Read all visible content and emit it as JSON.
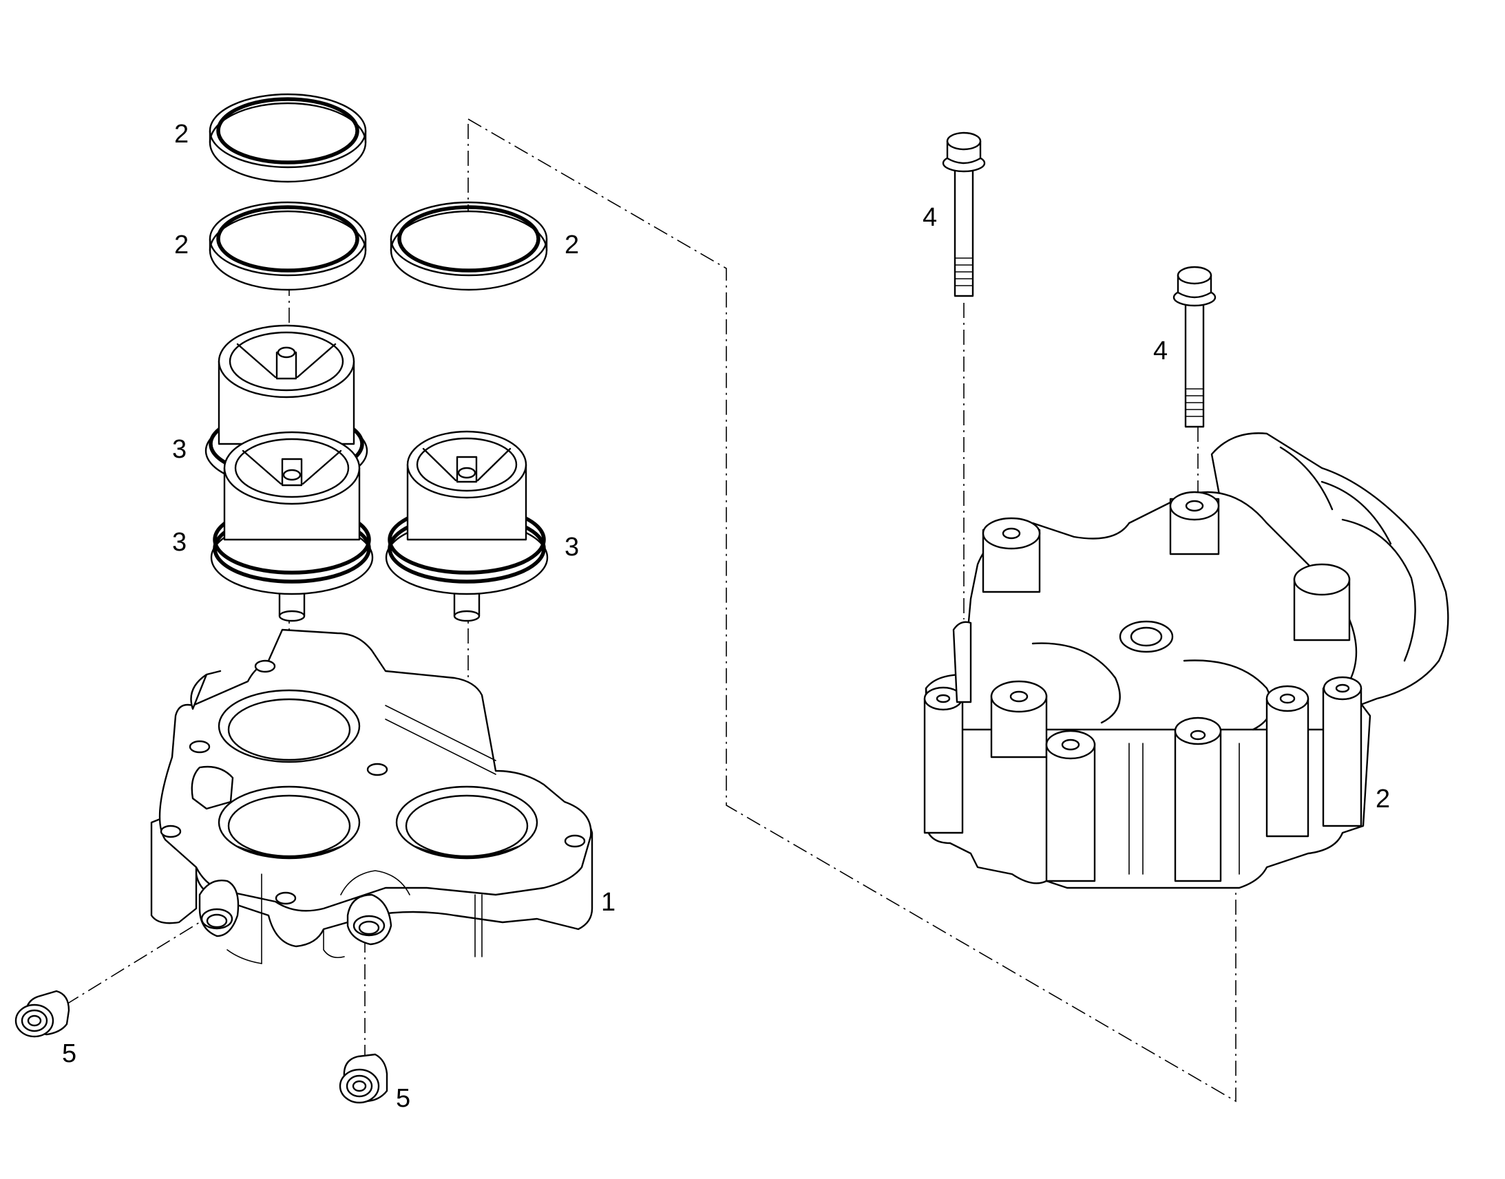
{
  "callouts": {
    "ring_top_left": "2",
    "ring_mid_left": "2",
    "ring_right": "2",
    "thermostat_upper_left": "3",
    "thermostat_lower_left": "3",
    "thermostat_right": "3",
    "housing_left": "1",
    "housing_right": "2",
    "bolt_left": "4",
    "bolt_right": "4",
    "plug_left": "5",
    "plug_bottom": "5"
  }
}
